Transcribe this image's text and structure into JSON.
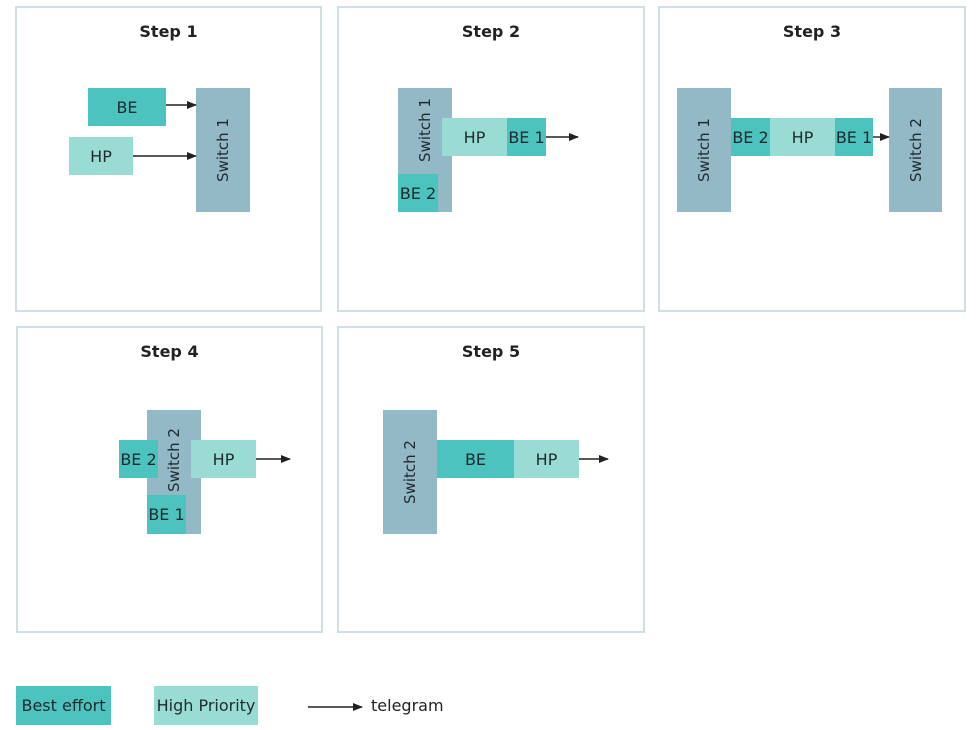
{
  "steps": [
    {
      "title": "Step 1"
    },
    {
      "title": "Step 2"
    },
    {
      "title": "Step 3"
    },
    {
      "title": "Step 4"
    },
    {
      "title": "Step 5"
    }
  ],
  "labels": {
    "be": "BE",
    "hp": "HP",
    "be1": "BE 1",
    "be2": "BE 2",
    "switch1": "Switch 1",
    "switch2": "Switch 2"
  },
  "legend": {
    "best_effort": "Best effort",
    "high_priority": "High Priority",
    "telegram": "telegram"
  },
  "colors": {
    "best_effort": "#4dc3bf",
    "high_priority": "#98dcd3",
    "switch": "#93b8c6",
    "panel_border": "#cfdfe3",
    "arrow": "#222222"
  }
}
